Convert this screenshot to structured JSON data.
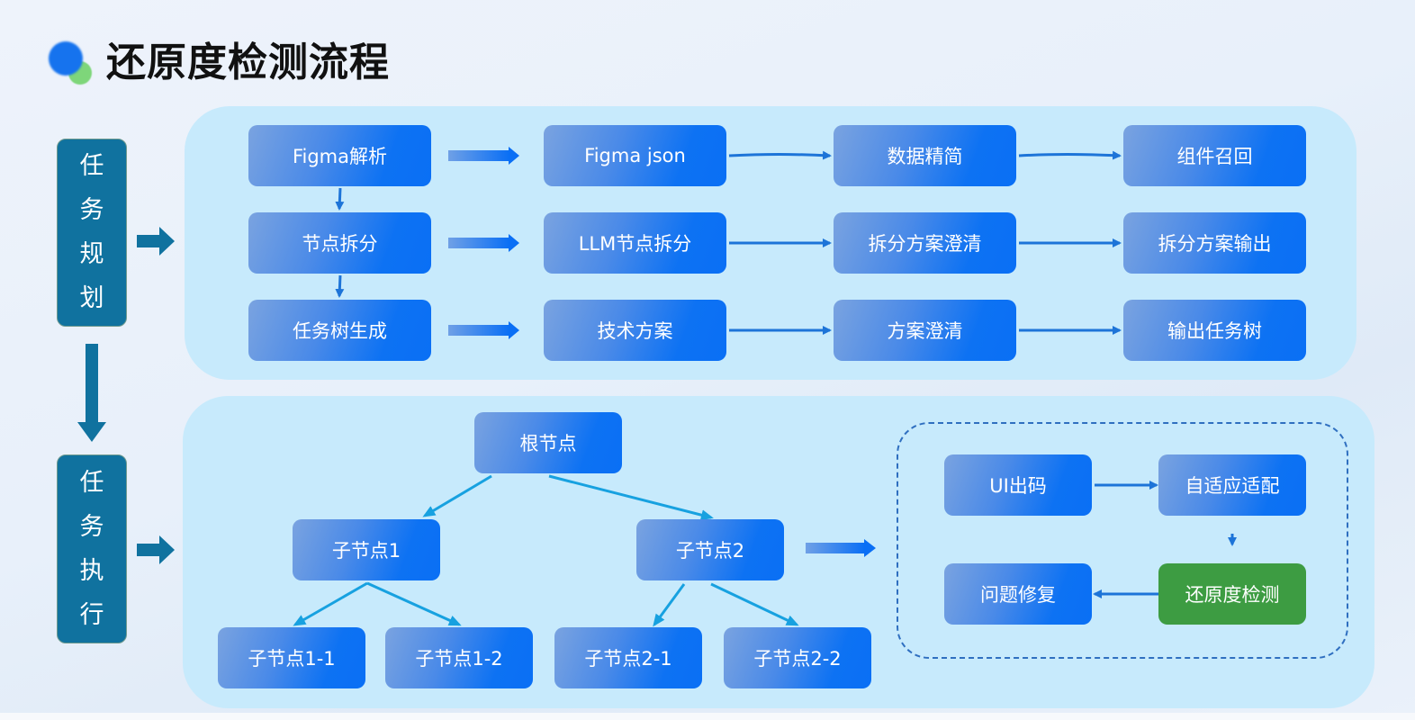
{
  "title": "还原度检测流程",
  "colors": {
    "panel_bg": "#c7eafc",
    "side_label_bg": "#10729f",
    "node_blue": "#0d72f3",
    "node_green": "#3d9c42",
    "connector_blue": "#1d74d8",
    "tree_connector": "#17a1e0",
    "logo_blue": "#1673ee",
    "logo_green": "#7ed67a"
  },
  "side_labels": {
    "planning": [
      "任",
      "务",
      "规",
      "划"
    ],
    "execution": [
      "任",
      "务",
      "执",
      "行"
    ]
  },
  "planning": {
    "rows": [
      [
        "Figma解析",
        "Figma json",
        "数据精简",
        "组件召回"
      ],
      [
        "节点拆分",
        "LLM节点拆分",
        "拆分方案澄清",
        "拆分方案输出"
      ],
      [
        "任务树生成",
        "技术方案",
        "方案澄清",
        "输出任务树"
      ]
    ]
  },
  "execution": {
    "tree": {
      "root": "根节点",
      "children": [
        {
          "label": "子节点1",
          "children": [
            "子节点1-1",
            "子节点1-2"
          ]
        },
        {
          "label": "子节点2",
          "children": [
            "子节点2-1",
            "子节点2-2"
          ]
        }
      ]
    },
    "loop": {
      "ui_code": "UI出码",
      "adaptive": "自适应适配",
      "fidelity_check": "还原度检测",
      "fix_issues": "问题修复"
    }
  }
}
